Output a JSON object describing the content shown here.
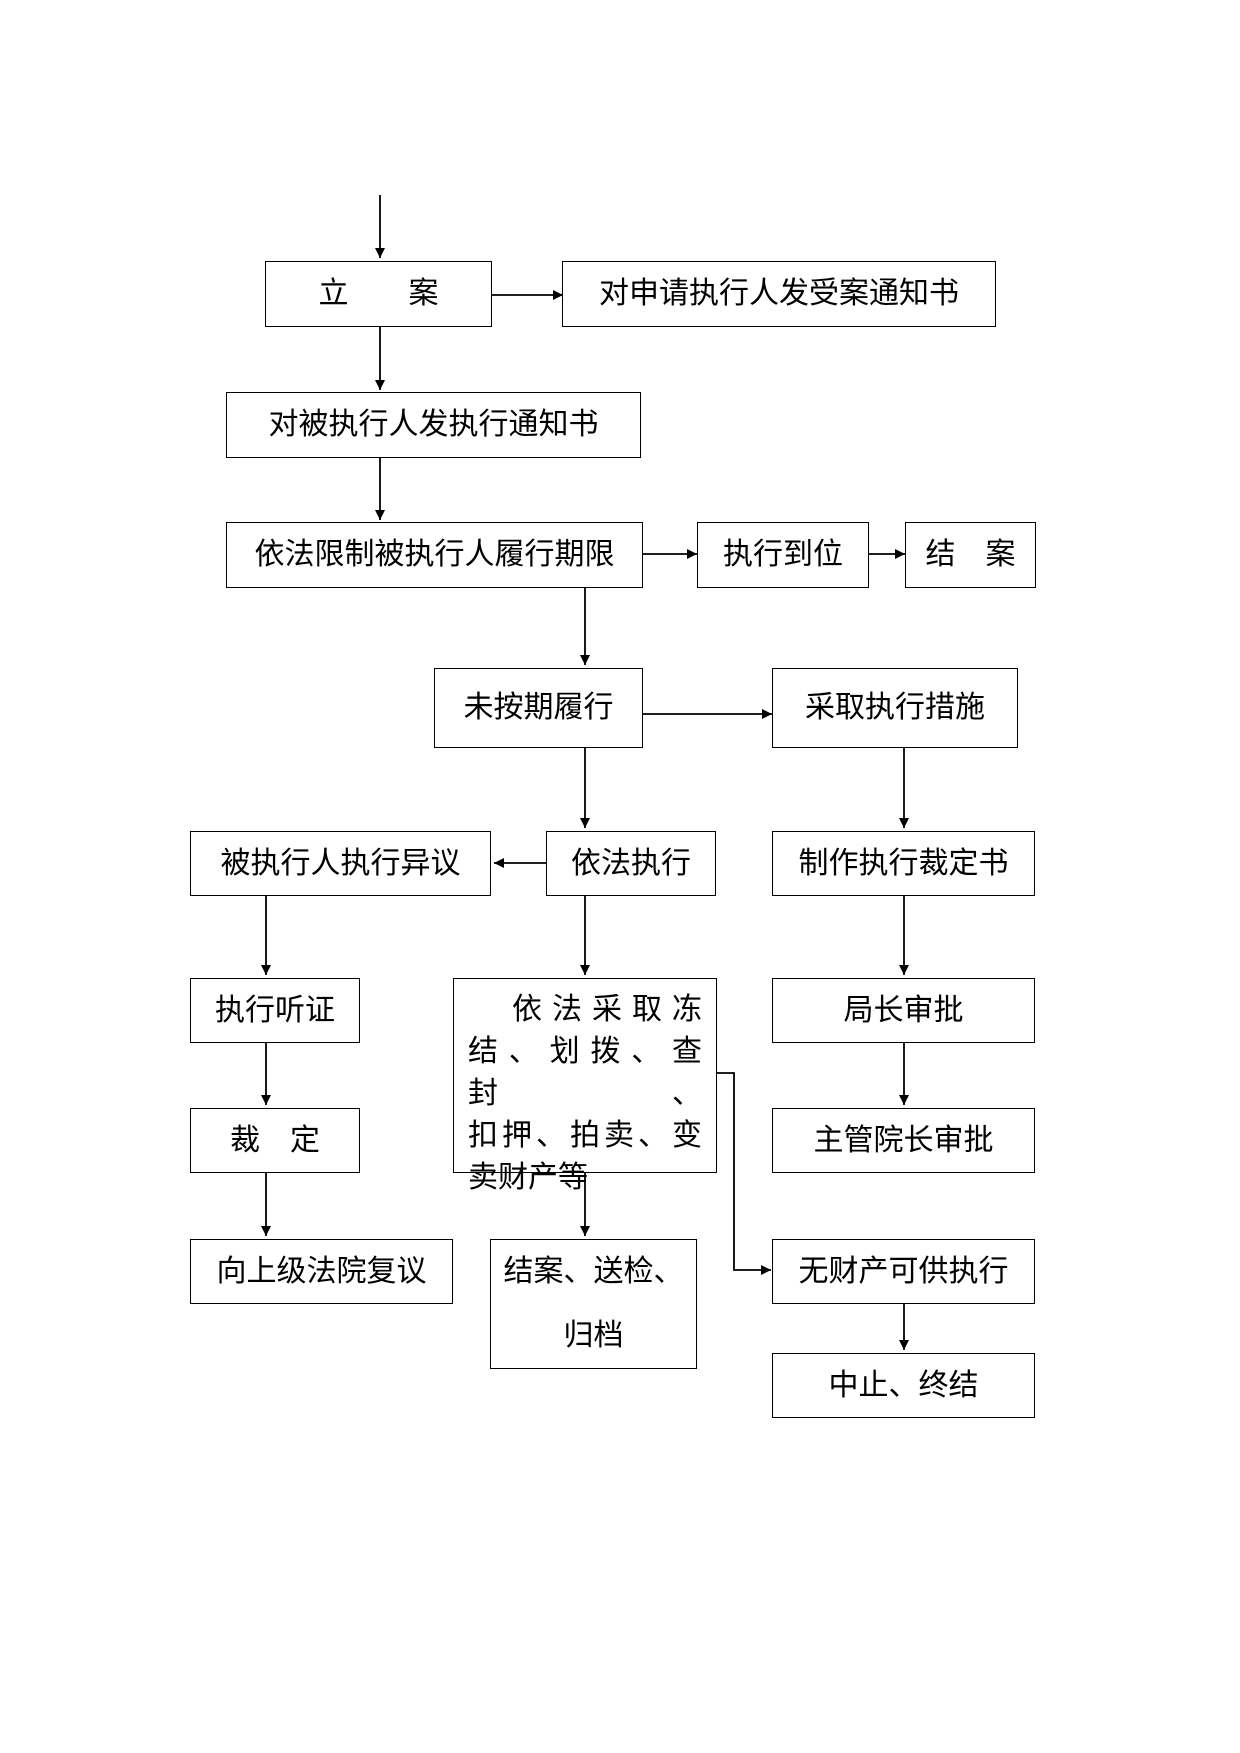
{
  "nodes": {
    "register": "立　　案",
    "notify_applicant": "对申请执行人发受案通知书",
    "notify_respondent": "对被执行人发执行通知书",
    "deadline": "依法限制被执行人履行期限",
    "executed": "执行到位",
    "close_case_1": "结　案",
    "not_performed": "未按期履行",
    "take_measures": "采取执行措施",
    "objection": "被执行人执行异议",
    "enforce_by_law": "依法执行",
    "make_ruling_doc": "制作执行裁定书",
    "hearing": "执行听证",
    "enforcement_actions": {
      "line1": "依法采取冻",
      "line2": "结、划拨、查封、",
      "line3": "扣押、拍卖、变",
      "line4": "卖财产等"
    },
    "bureau_approval": "局长审批",
    "ruling": "裁　定",
    "president_approval": "主管院长审批",
    "appeal": "向上级法院复议",
    "close_archive": {
      "line1": "结案、送检、",
      "line2": "归档"
    },
    "no_property": "无财产可供执行",
    "suspend_terminate": "中止、终结"
  }
}
